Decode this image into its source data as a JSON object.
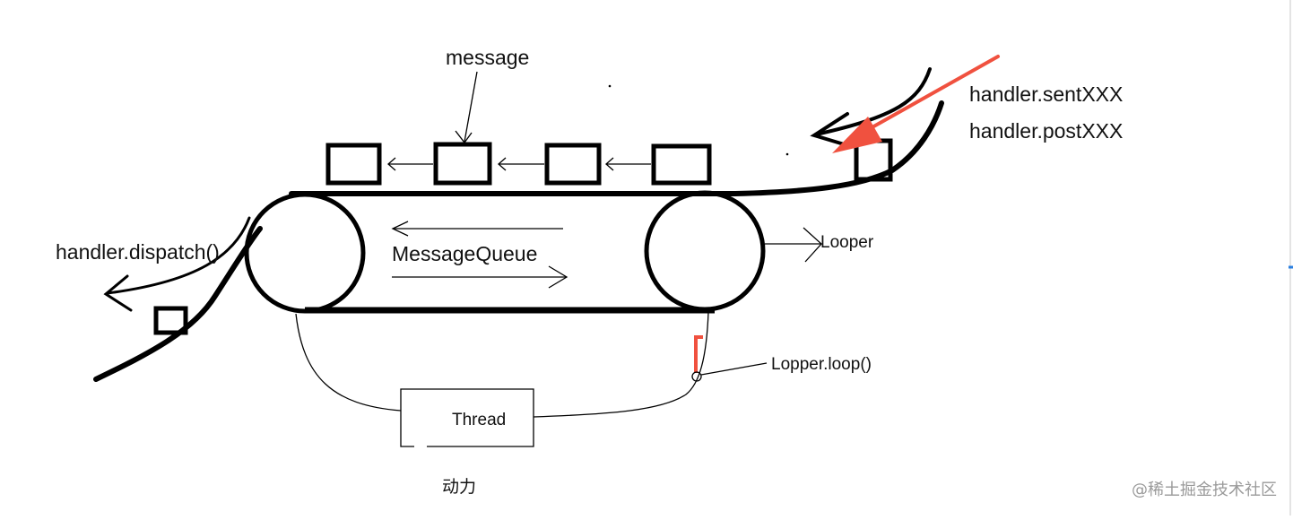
{
  "labels": {
    "message": "message",
    "sent": "handler.sentXXX",
    "post": "handler.postXXX",
    "dispatch": "handler.dispatch()",
    "queue": "MessageQueue",
    "looper": "Looper",
    "loop": "Lopper.loop()",
    "thread": "Thread",
    "power": "动力"
  },
  "watermark": "@稀土掘金技术社区",
  "colors": {
    "stroke": "#000000",
    "accent": "#f0513f",
    "text": "#111111",
    "watermark": "#9a9a9a"
  }
}
